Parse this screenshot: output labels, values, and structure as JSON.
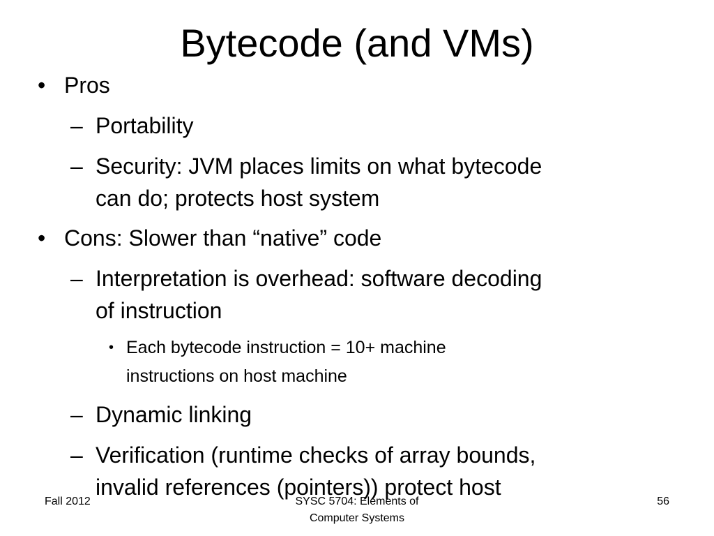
{
  "slide": {
    "title": "Bytecode (and VMs)",
    "bullets": [
      {
        "marker": "•",
        "text": "Pros"
      },
      {
        "marker": "–",
        "text": "Portability"
      },
      {
        "marker": "–",
        "line1": "Security: JVM places limits on what bytecode",
        "line2": "can do; protects host system"
      },
      {
        "marker": "•",
        "text": "Cons: Slower than “native” code"
      },
      {
        "marker": "–",
        "line1": "Interpretation is overhead: software decoding",
        "line2": "of instruction"
      },
      {
        "marker": "•",
        "line1": "Each bytecode instruction = 10+ machine",
        "line2": "instructions on host machine"
      },
      {
        "marker": "–",
        "text": "Dynamic linking"
      },
      {
        "marker": "–",
        "line1": "Verification (runtime checks of array bounds,",
        "line2": "invalid references (pointers)) protect host"
      }
    ]
  },
  "footer": {
    "left": "Fall 2012",
    "center_line1": "SYSC 5704: Elements of",
    "center_line2": "Computer Systems",
    "page_number": "56"
  }
}
